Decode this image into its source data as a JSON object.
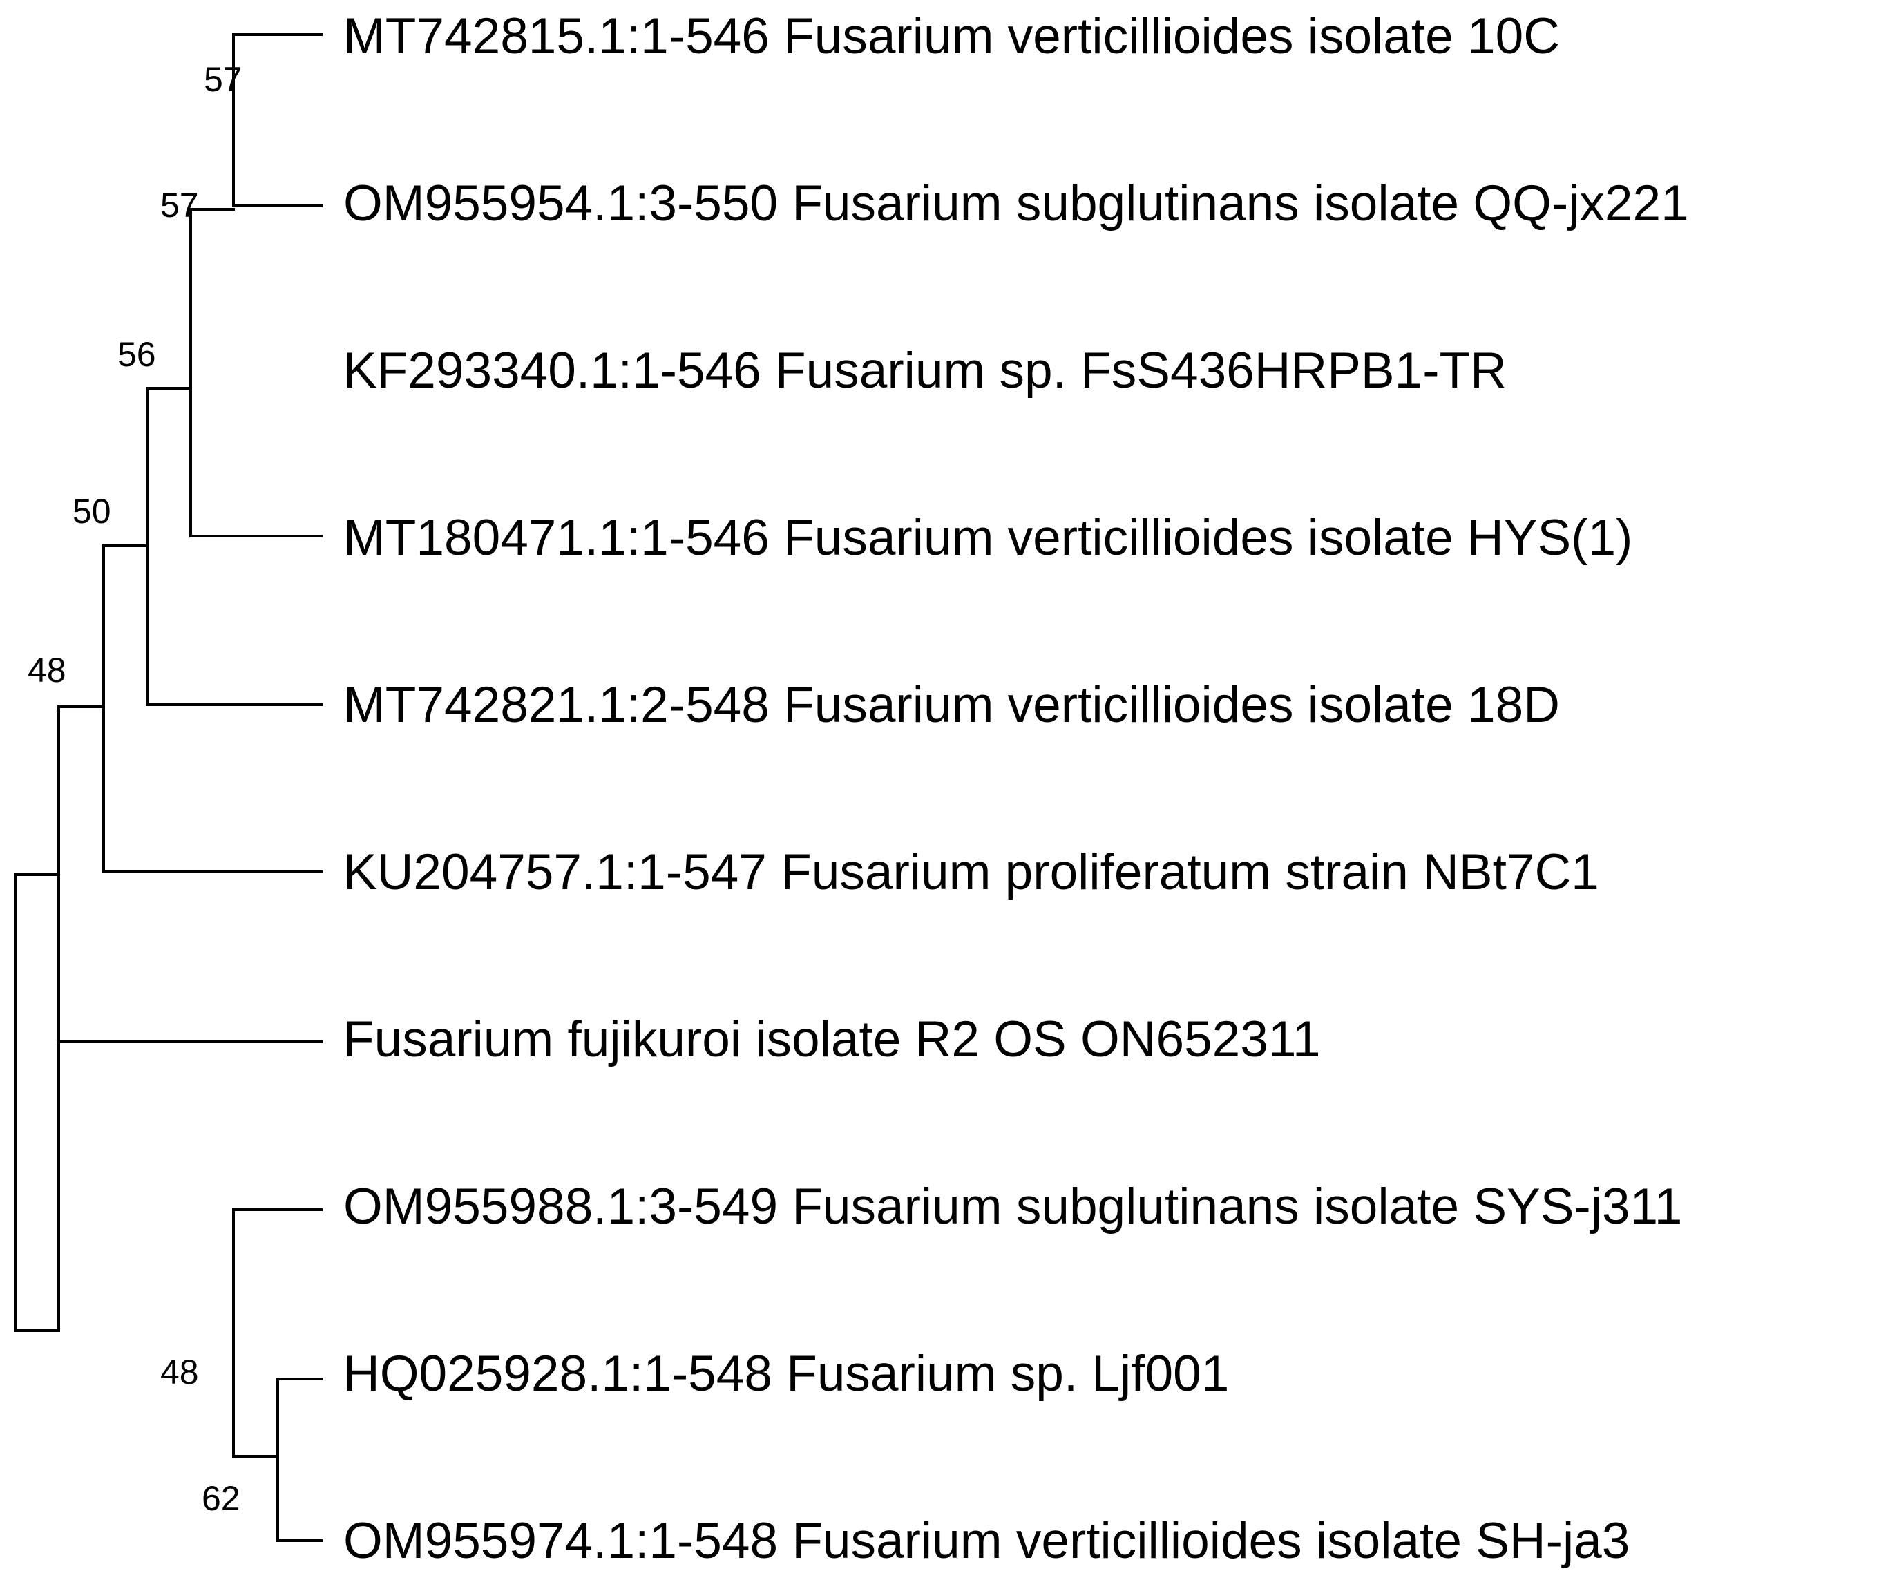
{
  "tree": {
    "line_color": "#000000",
    "taxa": [
      "MT742815.1:1-546 Fusarium verticillioides isolate 10C",
      "OM955954.1:3-550 Fusarium subglutinans isolate QQ-jx221",
      "KF293340.1:1-546 Fusarium sp. FsS436HRPB1-TR",
      "MT180471.1:1-546 Fusarium verticillioides isolate HYS(1)",
      "MT742821.1:2-548 Fusarium verticillioides isolate 18D",
      "KU204757.1:1-547 Fusarium proliferatum strain NBt7C1",
      "Fusarium fujikuroi isolate R2 OS ON652311",
      "OM955988.1:3-549 Fusarium subglutinans isolate SYS-j311",
      "HQ025928.1:1-548 Fusarium sp. Ljf001",
      "OM955974.1:1-548 Fusarium verticillioides isolate SH-ja3"
    ],
    "bootstrap": {
      "clade_10C_QQjx221": "57",
      "clade_plus_FsS436": "57",
      "clade_plus_HYS1": "56",
      "clade_plus_18D": "50",
      "clade_plus_NBt7C1": "48",
      "clade_SYSj311_group": "48",
      "clade_Ljf001_SHja3": "62"
    }
  }
}
